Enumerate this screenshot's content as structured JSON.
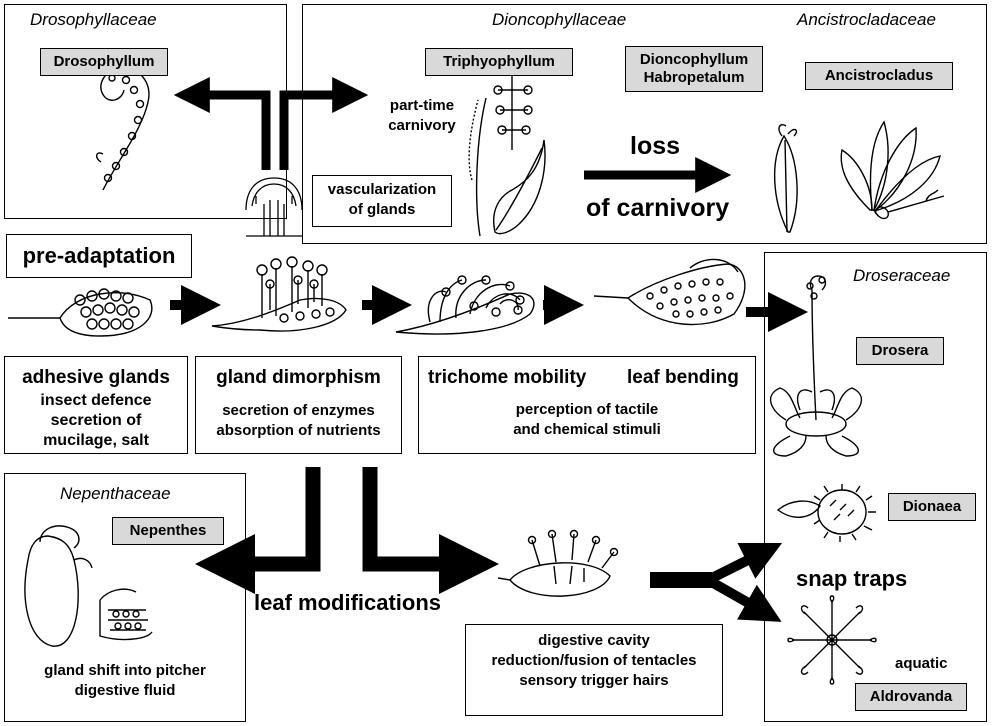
{
  "families": {
    "drosophyllaceae": "Drosophyllaceae",
    "dioncophyllaceae": "Dioncophyllaceae",
    "ancistrocladaceae": "Ancistrocladaceae",
    "droseraceae": "Droseraceae",
    "nepenthaceae": "Nepenthaceae"
  },
  "genera": {
    "drosophyllum": "Drosophyllum",
    "triphyophyllum": "Triphyophyllum",
    "dioncophyllum_habropetalum": "Dioncophyllum\nHabropetalum",
    "ancistrocladus": "Ancistrocladus",
    "drosera": "Drosera",
    "dionaea": "Dionaea",
    "aldrovanda": "Aldrovanda",
    "nepenthes": "Nepenthes"
  },
  "labels": {
    "part_time": "part-time\ncarnivory",
    "vascularization": "vascularization\nof glands",
    "loss": "loss",
    "of_carnivory": "of carnivory",
    "pre_adaptation": "pre-adaptation",
    "leaf_modifications": "leaf modifications",
    "snap_traps": "snap traps",
    "aquatic": "aquatic"
  },
  "stages": {
    "adhesive": {
      "title": "adhesive glands",
      "detail": "insect defence\nsecretion of\nmucilage, salt"
    },
    "dimorphism": {
      "title": "gland dimorphism",
      "detail": "secretion of enzymes\nabsorption of nutrients"
    },
    "mobility": {
      "title": "trichome mobility",
      "title2": "leaf bending",
      "detail": "perception of tactile\nand chemical stimuli"
    },
    "pitcher": {
      "detail": "gland shift into pitcher\ndigestive fluid"
    },
    "cavity": {
      "detail": "digestive cavity\nreduction/fusion of tentacles\nsensory trigger hairs"
    }
  }
}
